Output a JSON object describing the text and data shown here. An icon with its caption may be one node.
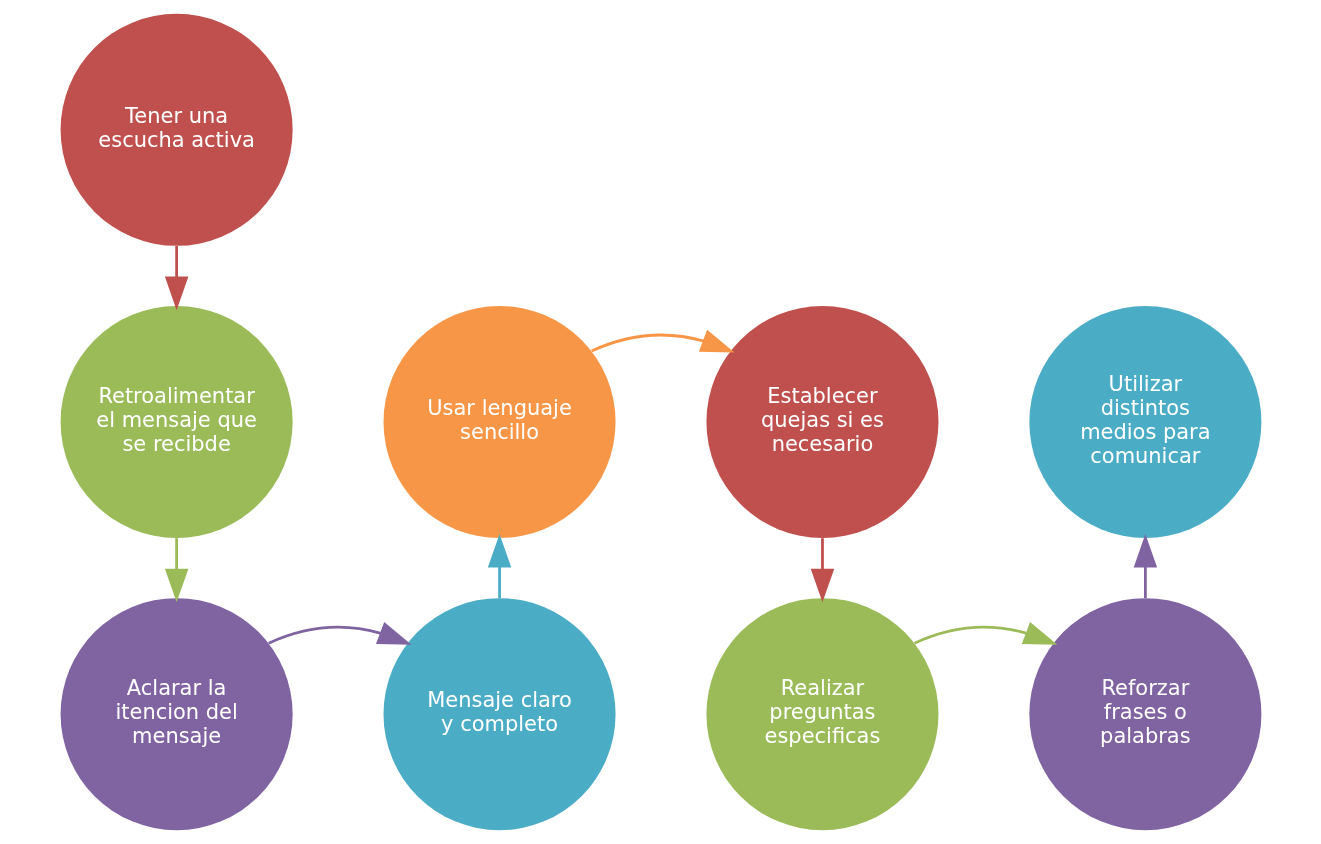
{
  "diagram": {
    "nodes": [
      {
        "text": [
          "Tener una escucha activa"
        ]
      },
      {
        "text": [
          "Retroalimentar el mensaje que se recibde"
        ]
      },
      {
        "text": [
          "Aclarar la itencion del mensaje"
        ]
      },
      {
        "text": [
          "Mensaje claro y completo"
        ]
      },
      {
        "text": [
          "Usar lenguaje sencillo"
        ]
      },
      {
        "text": [
          "Establecer quejas si es necesario"
        ]
      },
      {
        "text": [
          "Realizar preguntas especificas"
        ]
      },
      {
        "text": [
          "Reforzar frases o palabras"
        ]
      },
      {
        "text": [
          "Utilizar distintos medios para comunicar"
        ]
      }
    ],
    "edges": [
      {
        "from": 0,
        "to": 1,
        "arrow": "to",
        "color": "#c0504d"
      },
      {
        "from": 1,
        "to": 2,
        "arrow": "to",
        "color": "#9bbb59"
      },
      {
        "from": 2,
        "to": 3,
        "arrow": "to",
        "color": "#8064a2"
      },
      {
        "from": 3,
        "to": 4,
        "arrow": "to",
        "color": "#4bacc6"
      },
      {
        "from": 4,
        "to": 5,
        "arrow": "to",
        "color": "#f79646"
      },
      {
        "from": 5,
        "to": 6,
        "arrow": "to",
        "color": "#c0504d"
      },
      {
        "from": 6,
        "to": 7,
        "arrow": "to",
        "color": "#9bbb59"
      },
      {
        "from": 7,
        "to": 8,
        "arrow": "to",
        "color": "#8064a2"
      }
    ]
  }
}
